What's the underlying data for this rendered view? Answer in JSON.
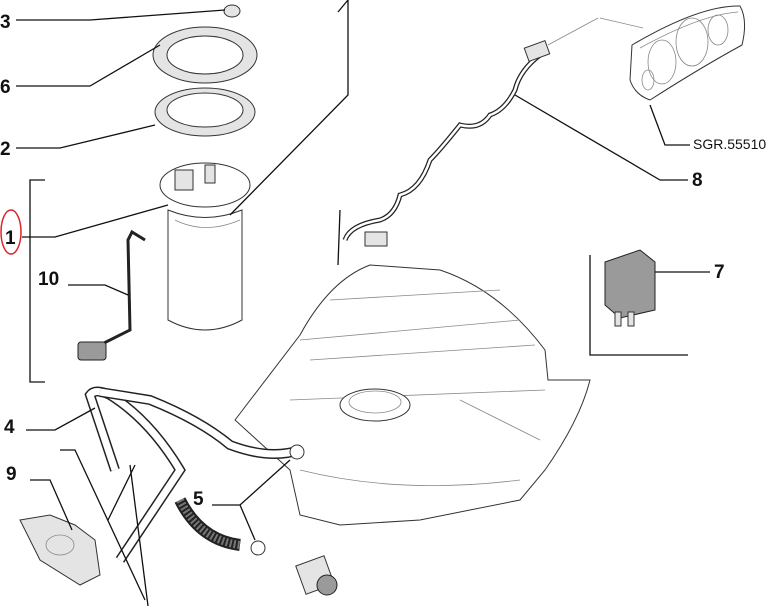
{
  "callouts": {
    "c3": "3",
    "c6": "6",
    "c2": "2",
    "c1": "1",
    "c10": "10",
    "c4": "4",
    "c9": "9",
    "c5": "5",
    "c8": "8",
    "c7": "7"
  },
  "reference_code": "SGR.55510",
  "colors": {
    "highlight_circle": "#d9262c",
    "ink": "#111111"
  }
}
